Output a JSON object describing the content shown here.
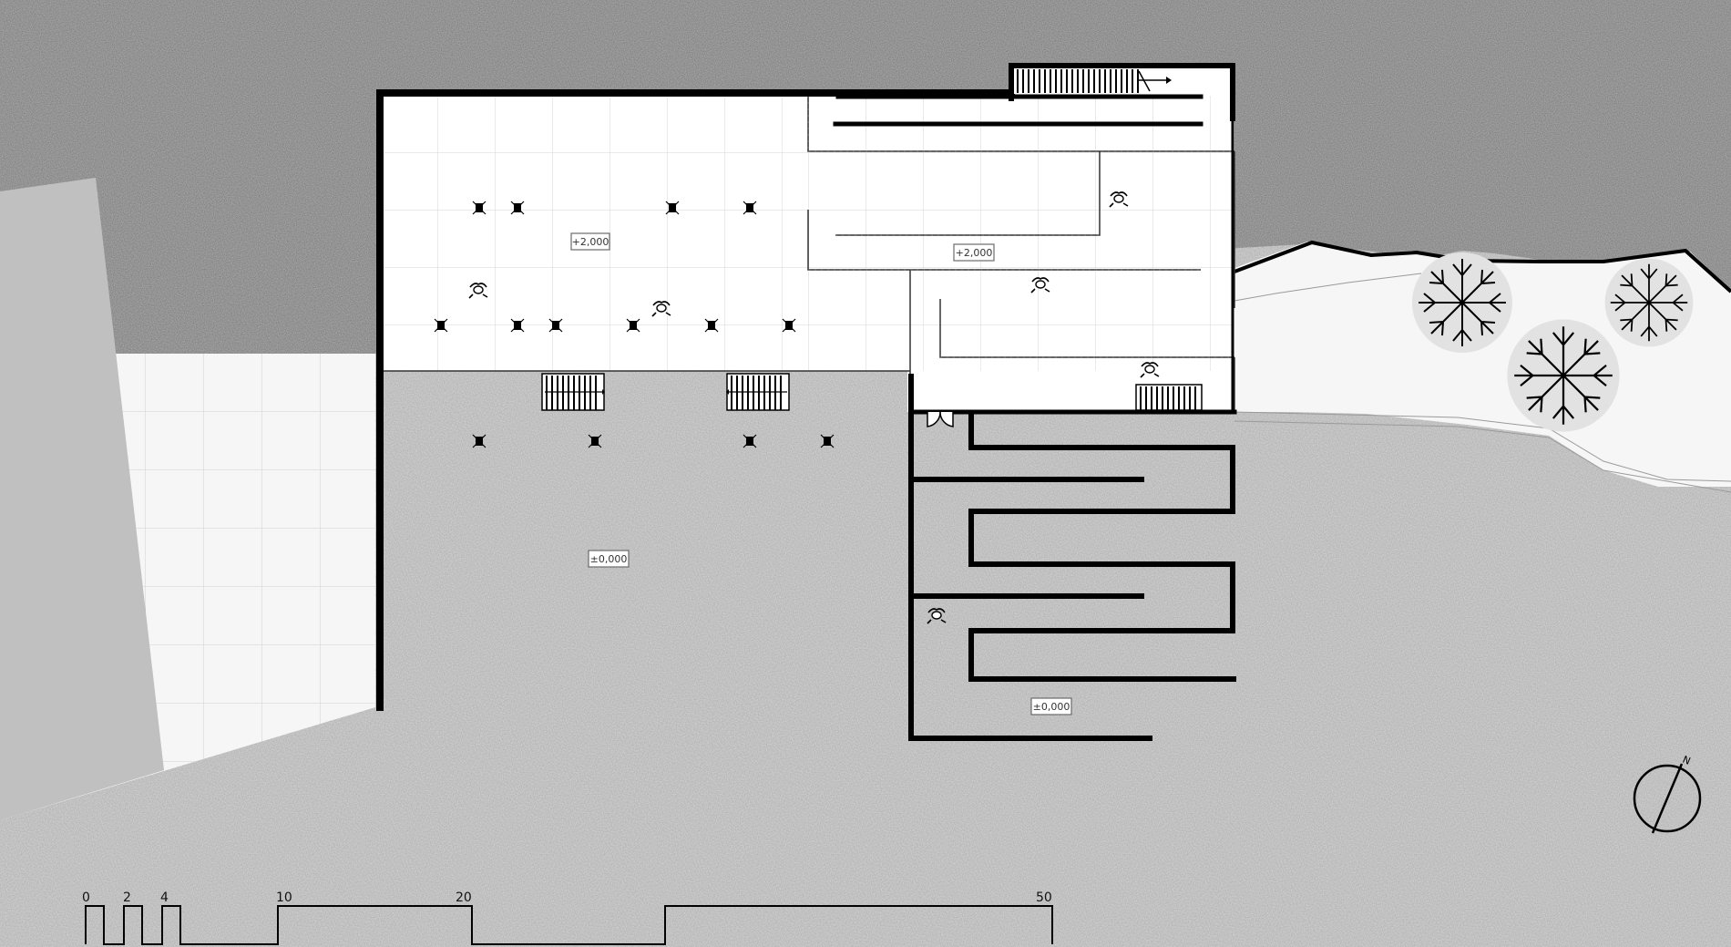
{
  "plan": {
    "levels": {
      "upper_left": "+2,000",
      "upper_right": "+2,000",
      "ground_main": "±0,000",
      "ground_ramp": "±0,000"
    },
    "north_label": "N",
    "icons": {
      "north": "north-arrow-icon",
      "tree": "tree-icon",
      "person": "person-icon",
      "stair": "stair-icon",
      "column": "column-icon",
      "door": "door-icon"
    }
  },
  "scale_bar": {
    "labels": [
      "0",
      "2",
      "4",
      "10",
      "20",
      "50"
    ]
  },
  "colors": {
    "wall": "#000000",
    "upper_ground": "#b3b3b3",
    "lower_ground": "#d8d8d8",
    "plaza": "#f5f5f5",
    "neighbor_building": "#c2c2c2"
  }
}
